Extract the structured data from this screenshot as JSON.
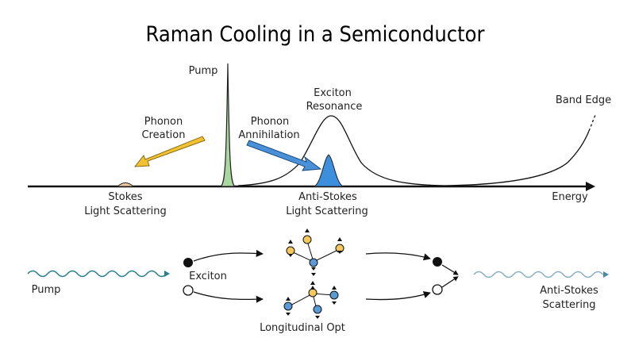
{
  "title": "Raman Cooling in a Semiconductor",
  "spectrum": {
    "pump_label": "Pump",
    "exciton_line1": "Exciton",
    "exciton_line2": "Resonance",
    "band_edge_label": "Band Edge",
    "phonon_creation_line1": "Phonon",
    "phonon_creation_line2": "Creation",
    "phonon_annihilation_line1": "Phonon",
    "phonon_annihilation_line2": "Annihilation",
    "stokes_line1": "Stokes",
    "stokes_line2": "Light Scattering",
    "antistokes_line1": "Anti-Stokes",
    "antistokes_line2": "Light Scattering",
    "axis_label": "Energy",
    "colors": {
      "pump_peak": "#a8d8a0",
      "antistokes_peak": "#3b8fdc",
      "stokes_peak": "#f0c8a0",
      "creation_arrow": "#f2c232",
      "annihilation_arrow": "#4a90d9"
    }
  },
  "process": {
    "pump_label": "Pump",
    "exciton_label": "Exciton",
    "phonon_label": "Longitudinal Opt",
    "output_line1": "Anti-Stokes",
    "output_line2": "Scattering",
    "colors": {
      "wave": "#2a7f8f",
      "wave_out": "#88b0c0",
      "atom_yellow": "#f4c85a",
      "atom_blue": "#5b9bd5"
    }
  }
}
